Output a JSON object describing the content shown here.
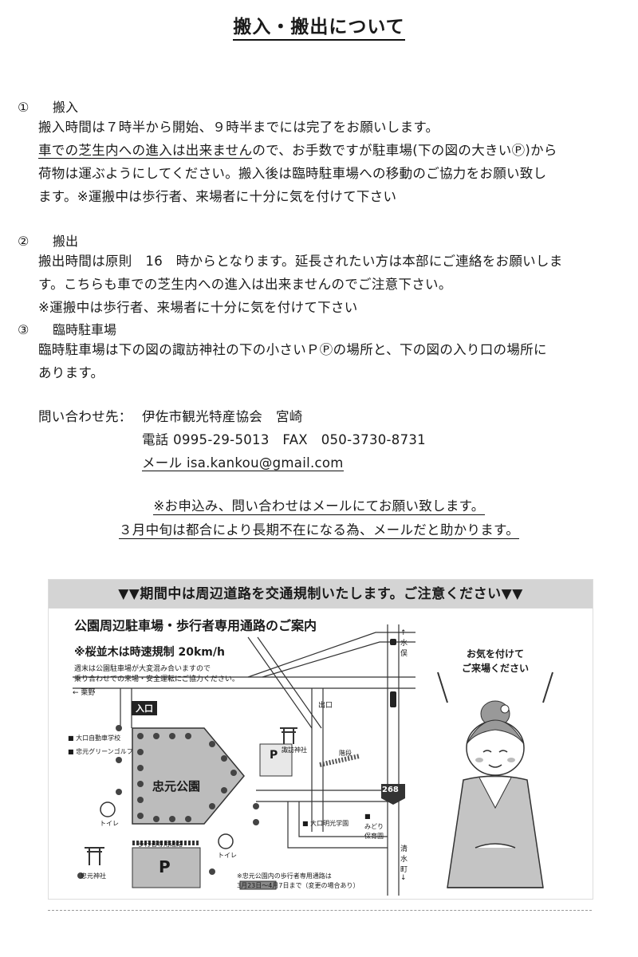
{
  "title": "搬入・搬出について",
  "sections": [
    {
      "num": "①",
      "heading": "搬入",
      "line1": "搬入時間は７時半から開始、９時半までには完了をお願いします。",
      "line2_underlined": "車での芝生内への進入は出来ません",
      "line2_rest": "ので、お手数ですが駐車場(下の図の大きいⓅ)から",
      "line3": "荷物は運ぶようにしてください。搬入後は臨時駐車場への移動のご協力をお願い致し",
      "line4": "ます。※運搬中は歩行者、来場者に十分に気を付けて下さい"
    },
    {
      "num": "②",
      "heading": "搬出",
      "line1": "搬出時間は原則　16　時からとなります。延長されたい方は本部にご連絡をお願いしま",
      "line2": "す。こちらも車での芝生内への進入は出来ませんのでご注意下さい。",
      "line3": "※運搬中は歩行者、来場者に十分に気を付けて下さい"
    },
    {
      "num": "③",
      "heading": "臨時駐車場",
      "line1": "臨時駐車場は下の図の諏訪神社の下の小さいＰⓅの場所と、下の図の入り口の場所に",
      "line2": "あります。"
    }
  ],
  "contact": {
    "label": "問い合わせ先：",
    "org": "伊佐市観光特産協会　宮崎",
    "phone": "電話 0995-29-5013　FAX　050-3730-8731",
    "mail": "メール isa.kankou@gmail.com"
  },
  "notice": {
    "line1": "※お申込み、問い合わせはメールにてお願い致します。",
    "line2": "３月中旬は都合により長期不在になる為、メールだと助かります。"
  },
  "map": {
    "banner": "▼▼期間中は周辺道路を交通規制いたします。ご注意ください▼▼",
    "heading": "公園周辺駐車場・歩行者専用通路のご案内",
    "speed": "※桜並木は時速規制 20km/h",
    "weekend_note1": "週末は公園駐車場が大変混み合いますので",
    "weekend_note2": "乗り合わせでの来場・安全運転にご協力ください。",
    "to_kurino": "← 栗野",
    "to_mizumata": "↑ 水俣",
    "to_kiyomizu": "清水町 ↓",
    "entrance": "入口",
    "exit": "出口",
    "suwa_shrine": "諏訪神社",
    "stairs": "階段",
    "route_no": "268",
    "park_name": "忠元公園",
    "driving_school": "■ 大口自動車学校",
    "golf": "■ 忠元グリーンゴルフ",
    "toilet": "トイレ",
    "meiko": "■ 大口明光学園",
    "midori1": "■",
    "midori2": "みどり",
    "midori3": "保育園",
    "tadamoto_shrine": "忠元神社",
    "ped_road": "歩行者専用通路",
    "parking": "P",
    "legend1": "※忠元公園内の歩行者専用通路は",
    "legend2": "3月23日～4月7日まで（変更の場合あり）",
    "bubble1": "お気を付けて",
    "bubble2": "ご来場ください"
  }
}
